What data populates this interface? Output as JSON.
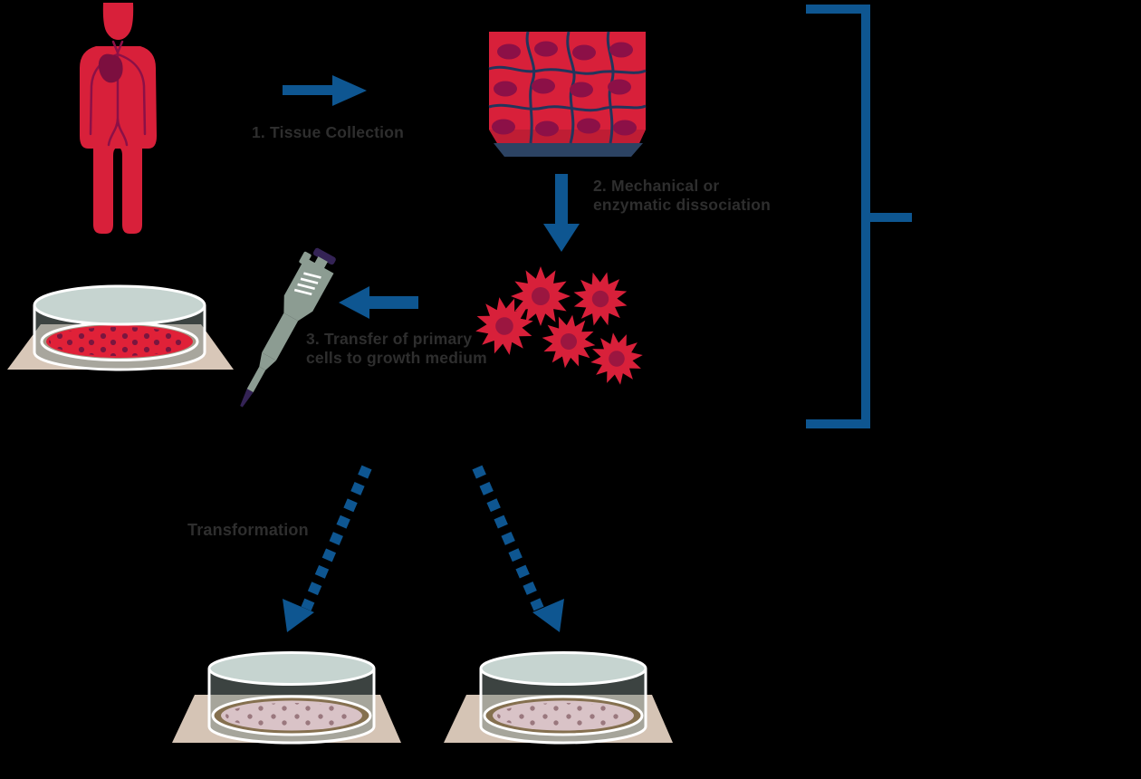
{
  "diagram": {
    "type": "process-flow",
    "background_color": "#000000",
    "steps": [
      {
        "id": 1,
        "label": "1. Tissue Collection"
      },
      {
        "id": 2,
        "label": "2. Mechanical or\nenzymatic dissociation"
      },
      {
        "id": 3,
        "label": "3. Transfer of primary\ncells to growth medium"
      }
    ],
    "branch_label": "Transformation",
    "labels": {
      "step1": "1. Tissue Collection",
      "step2": "2. Mechanical or\nenzymatic dissociation",
      "step3": "3. Transfer of primary\ncells to growth medium",
      "transformation": "Transformation"
    },
    "icons": [
      "human-figure-icon",
      "tissue-sample-icon",
      "dissociated-cells-icon",
      "pipette-icon",
      "petri-dish-primary-icon",
      "petri-dish-culture-left-icon",
      "petri-dish-culture-right-icon",
      "arrow-right-icon",
      "arrow-down-icon",
      "arrow-left-icon",
      "dashed-arrow-left-icon",
      "dashed-arrow-right-icon",
      "bracket-icon"
    ],
    "colors": {
      "arrow_blue": "#0E5691",
      "cell_red": "#D8203A",
      "medium_red": "#E02138",
      "nucleus_maroon": "#8C1047",
      "heart_maroon": "#7C0F3F",
      "tissue_line_navy": "#22355C",
      "tissue_base_navy": "#2C4363",
      "label_text": "#2E2E2E",
      "mat_beige": "#D5C4B5",
      "dish_glass_top": "#C6D4D0",
      "medium_pink": "#D9C3C7",
      "medium_ring_brown": "#85704F",
      "pipette_body": "#8C9C92",
      "pipette_accent": "#342355"
    }
  }
}
